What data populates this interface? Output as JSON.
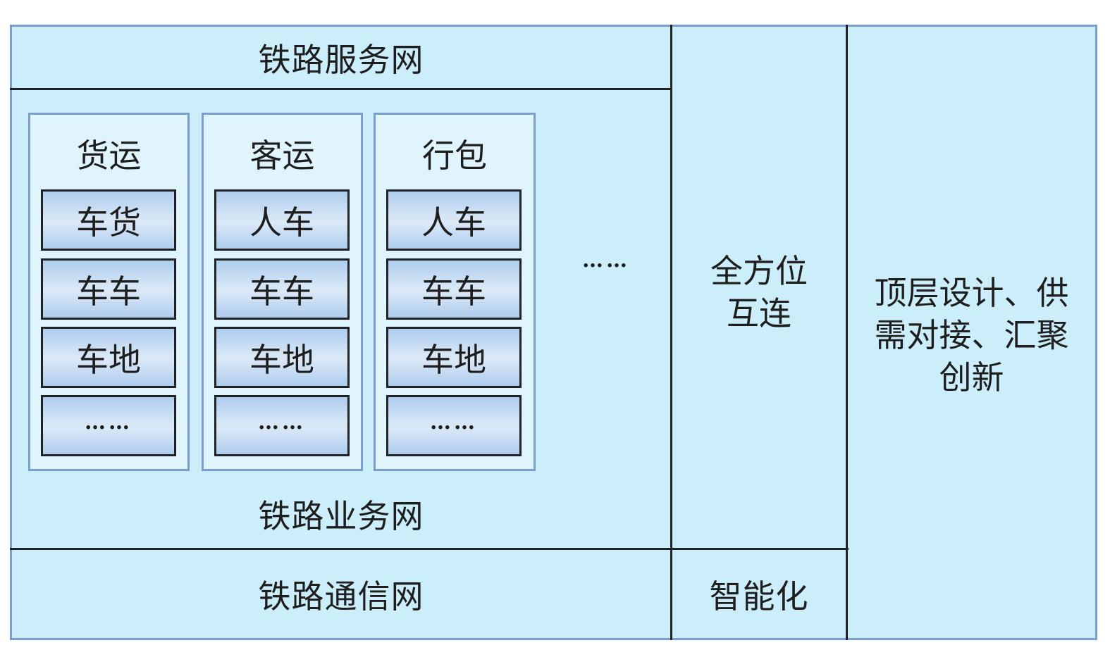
{
  "diagram": {
    "service_network": "铁路服务网",
    "business_network": "铁路业务网",
    "communication_network": "铁路通信网",
    "groups": [
      {
        "title": "货运",
        "items": [
          "车货",
          "车车",
          "车地",
          "……"
        ]
      },
      {
        "title": "客运",
        "items": [
          "人车",
          "车车",
          "车地",
          "……"
        ]
      },
      {
        "title": "行包",
        "items": [
          "人车",
          "车车",
          "车地",
          "……"
        ]
      }
    ],
    "more_groups": "……",
    "interconnect": {
      "line1": "全方位",
      "line2": "互连"
    },
    "intelligence": "智能化",
    "top_design": {
      "line1": "顶层设计、供",
      "line2": "需对接、汇聚",
      "line3": "创新"
    }
  },
  "colors": {
    "panel_fill": "#cbeefa",
    "group_fill": "#e0f4fd",
    "border_blue": "#7a9fcc",
    "line_dark": "#1f2326"
  }
}
